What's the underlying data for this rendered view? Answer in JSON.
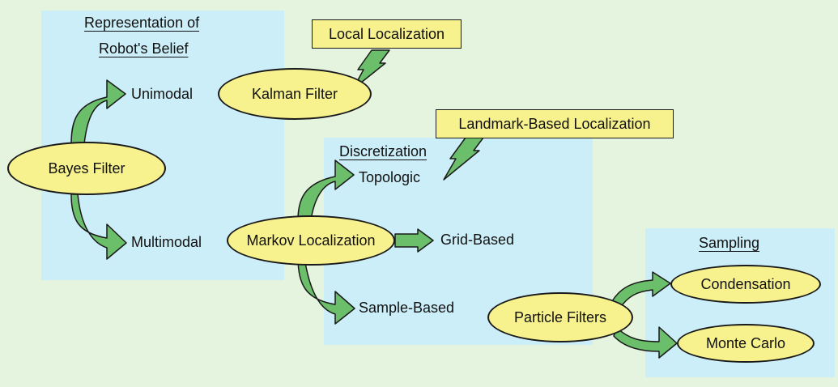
{
  "colors": {
    "background": "#e4f4df",
    "panel": "#cceef8",
    "node_fill": "#f7f28e",
    "arrow_fill": "#6cbf6a",
    "outline": "#1a1a1a"
  },
  "panels": {
    "belief": {
      "heading_line1": "Representation of",
      "heading_line2": "Robot's Belief"
    },
    "discretization": {
      "heading": "Discretization"
    },
    "sampling": {
      "heading": "Sampling"
    }
  },
  "nodes": {
    "bayes_filter": "Bayes Filter",
    "kalman_filter": "Kalman Filter",
    "markov_localization": "Markov Localization",
    "particle_filters": "Particle Filters",
    "condensation": "Condensation",
    "monte_carlo": "Monte Carlo"
  },
  "labels": {
    "unimodal": "Unimodal",
    "multimodal": "Multimodal",
    "topologic": "Topologic",
    "grid_based": "Grid-Based",
    "sample_based": "Sample-Based"
  },
  "callouts": {
    "local_localization": "Local Localization",
    "landmark_based_localization": "Landmark-Based Localization"
  }
}
